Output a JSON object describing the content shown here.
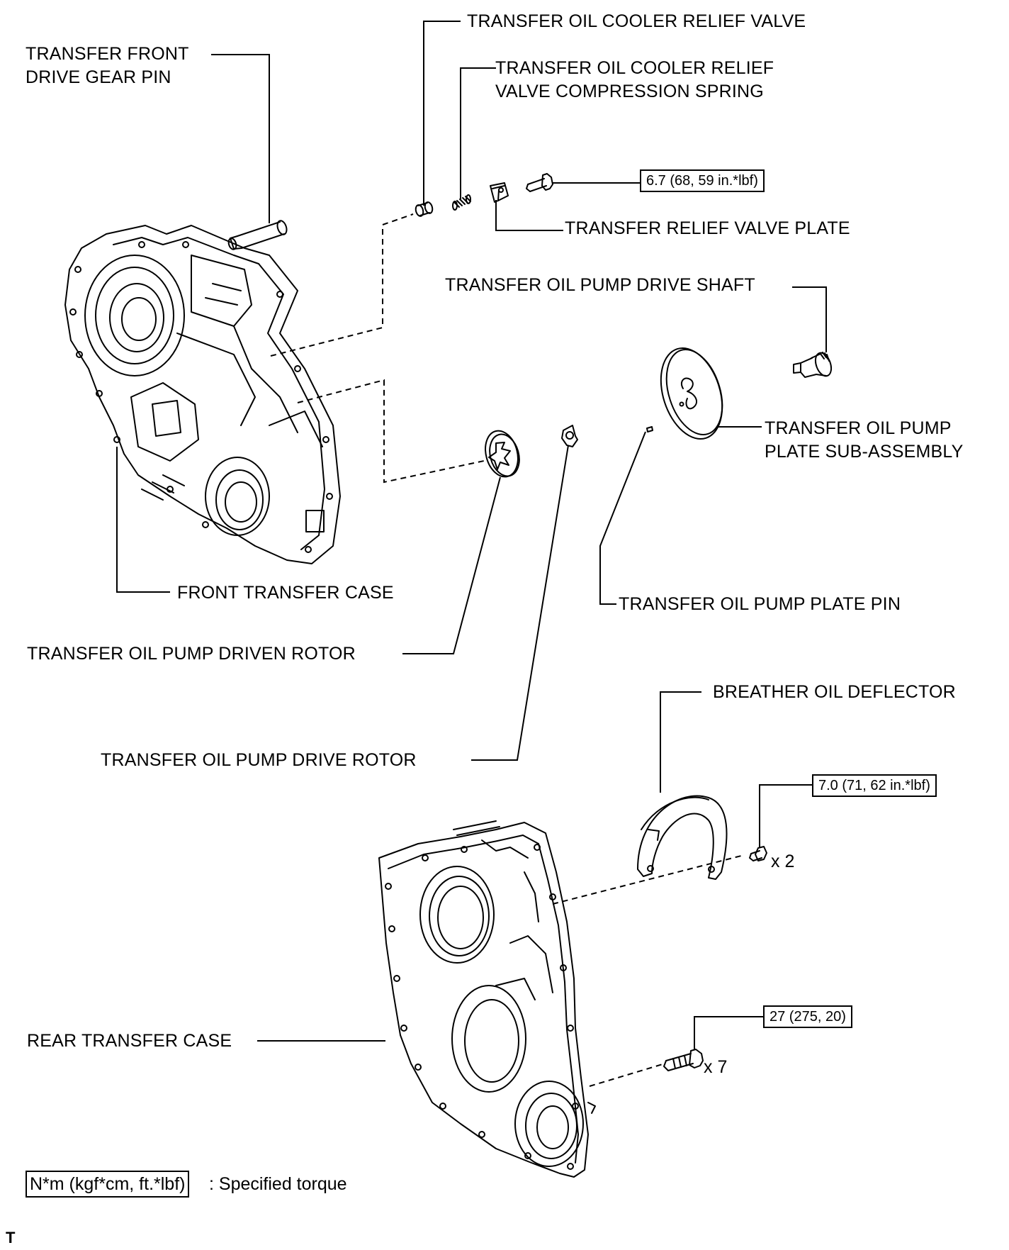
{
  "labels": {
    "transfer_front_drive_gear_pin": [
      "TRANSFER FRONT",
      "DRIVE GEAR PIN"
    ],
    "relief_valve": [
      "TRANSFER OIL COOLER RELIEF VALVE"
    ],
    "relief_valve_spring": [
      "TRANSFER OIL COOLER RELIEF",
      "VALVE COMPRESSION SPRING"
    ],
    "relief_valve_plate": [
      "TRANSFER RELIEF VALVE PLATE"
    ],
    "pump_drive_shaft": [
      "TRANSFER OIL PUMP DRIVE SHAFT"
    ],
    "pump_plate_sub_assembly": [
      "TRANSFER OIL PUMP",
      "PLATE SUB-ASSEMBLY"
    ],
    "pump_plate_pin": [
      "TRANSFER OIL PUMP PLATE PIN"
    ],
    "front_transfer_case": [
      "FRONT TRANSFER CASE"
    ],
    "pump_driven_rotor": [
      "TRANSFER OIL PUMP DRIVEN ROTOR"
    ],
    "breather_oil_deflector": [
      "BREATHER OIL DEFLECTOR"
    ],
    "pump_drive_rotor": [
      "TRANSFER OIL PUMP DRIVE ROTOR"
    ],
    "rear_transfer_case": [
      "REAR TRANSFER CASE"
    ]
  },
  "torques": {
    "relief_plate_bolt": "6.7 (68, 59 in.*lbf)",
    "deflector_bolt": "7.0 (71, 62 in.*lbf)",
    "case_bolt": "27 (275, 20)"
  },
  "quantities": {
    "deflector_bolt": "x 2",
    "case_bolt": "x 7"
  },
  "legend": {
    "box": "N*m (kgf*cm, ft.*lbf)",
    "text": ": Specified torque"
  },
  "corner_mark": "T"
}
